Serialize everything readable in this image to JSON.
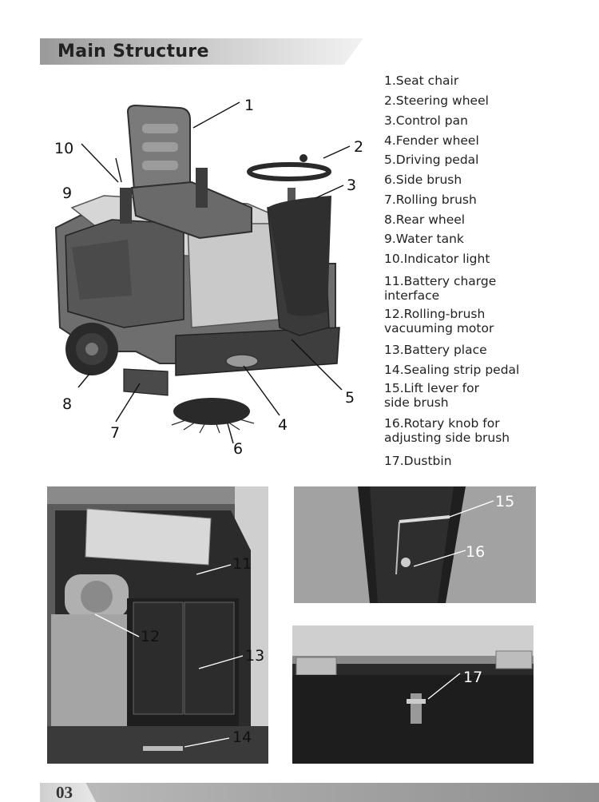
{
  "header": {
    "title": "Main Structure"
  },
  "parts": [
    "1.Seat chair",
    "2.Steering wheel",
    "3.Control pan",
    "4.Fender wheel",
    "5.Driving pedal",
    "6.Side brush",
    "7.Rolling brush",
    "8.Rear wheel",
    "9.Water tank",
    "10.Indicator light",
    "11.Battery charge\n   interface",
    "12.Rolling-brush\n    vacuuming motor",
    "13.Battery place",
    "14.Sealing strip pedal",
    "15.Lift lever for\n    side brush",
    "16.Rotary knob for\n    adjusting side brush",
    "17.Dustbin"
  ],
  "callouts": {
    "main": [
      "1",
      "2",
      "3",
      "4",
      "5",
      "6",
      "7",
      "8",
      "9",
      "10"
    ],
    "battery": [
      "11",
      "12",
      "13",
      "14"
    ],
    "lever": [
      "15",
      "16"
    ],
    "dustbin": [
      "17"
    ]
  },
  "footer": {
    "page_number": "03"
  }
}
